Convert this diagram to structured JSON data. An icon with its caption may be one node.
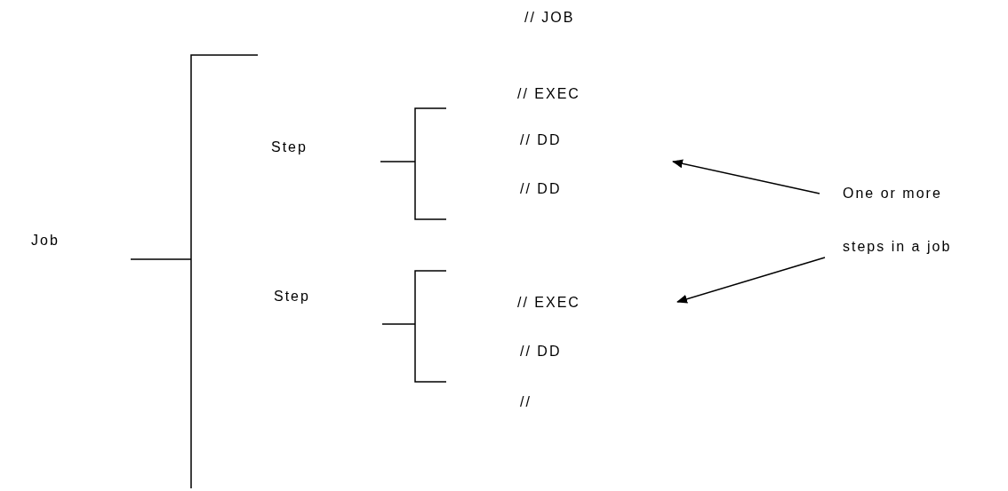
{
  "diagram": {
    "nodes": [
      {
        "text": [
          "Job"
        ]
      },
      {
        "text": [
          "Step"
        ]
      },
      {
        "text": [
          "Step"
        ]
      },
      {
        "text": [
          "One or more steps in a job"
        ]
      }
    ],
    "edges": [
      {
        "from": 3,
        "to": null,
        "arrow": "to"
      },
      {
        "from": 3,
        "to": null,
        "arrow": "to"
      }
    ],
    "labels": [
      "// JOB",
      "// EXEC",
      "// DD",
      "// DD",
      "// EXEC",
      "// DD",
      "//"
    ]
  }
}
